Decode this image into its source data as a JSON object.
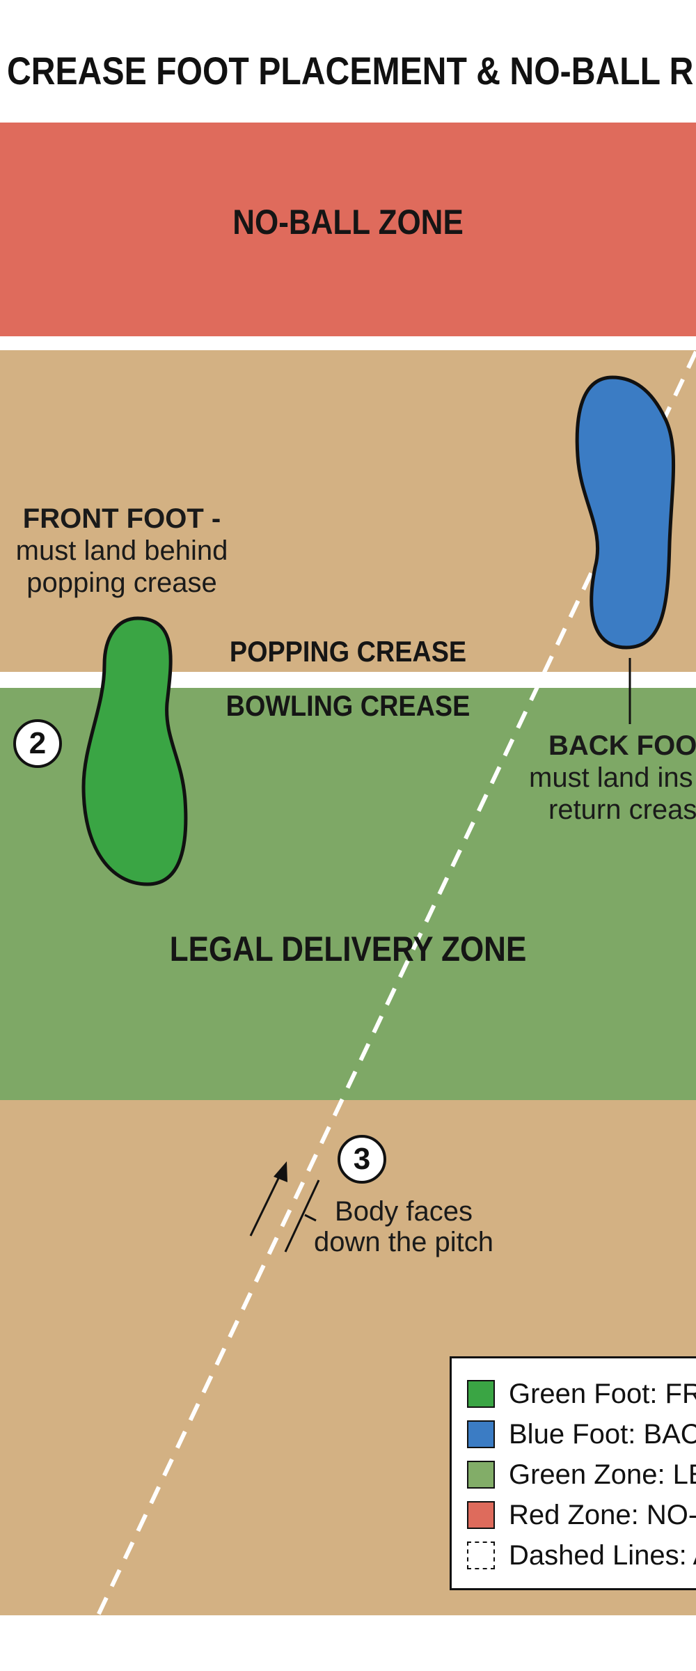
{
  "title": "CREASE FOOT PLACEMENT & NO-BALL R",
  "zones": {
    "no_ball": "NO-BALL ZONE",
    "legal": "LEGAL DELIVERY ZONE"
  },
  "creases": {
    "popping": "POPPING CREASE",
    "bowling": "BOWLING CREASE"
  },
  "notes": {
    "front_foot": {
      "heading": "FRONT FOOT -",
      "line1": "must land behind",
      "line2": "popping crease"
    },
    "back_foot": {
      "heading": "BACK FOOT",
      "line1": "must land ins",
      "line2": "return creas"
    },
    "body": {
      "line1": "Body faces",
      "line2": "down the pitch"
    }
  },
  "markers": {
    "two": "2",
    "three": "3"
  },
  "legend": [
    {
      "text": "Green Foot: FRO",
      "color": "#3aa544"
    },
    {
      "text": "Blue Foot: BACI",
      "color": "#3b7cc4"
    },
    {
      "text": "Green Zone: LEG",
      "color": "#82ad68"
    },
    {
      "text": "Red Zone: NO-B",
      "color": "#de6b5c"
    },
    {
      "text": "Dashed Lines: A",
      "color": "dashed"
    }
  ],
  "colors": {
    "no_ball_zone": "#df6b5c",
    "ground": "#d3b183",
    "legal_zone": "#7ea866",
    "front_foot": "#3aa544",
    "back_foot": "#3b7cc4",
    "crease_line": "#ffffff"
  },
  "icons": [
    "front-foot-icon",
    "back-foot-icon",
    "direction-arrow-icon"
  ]
}
